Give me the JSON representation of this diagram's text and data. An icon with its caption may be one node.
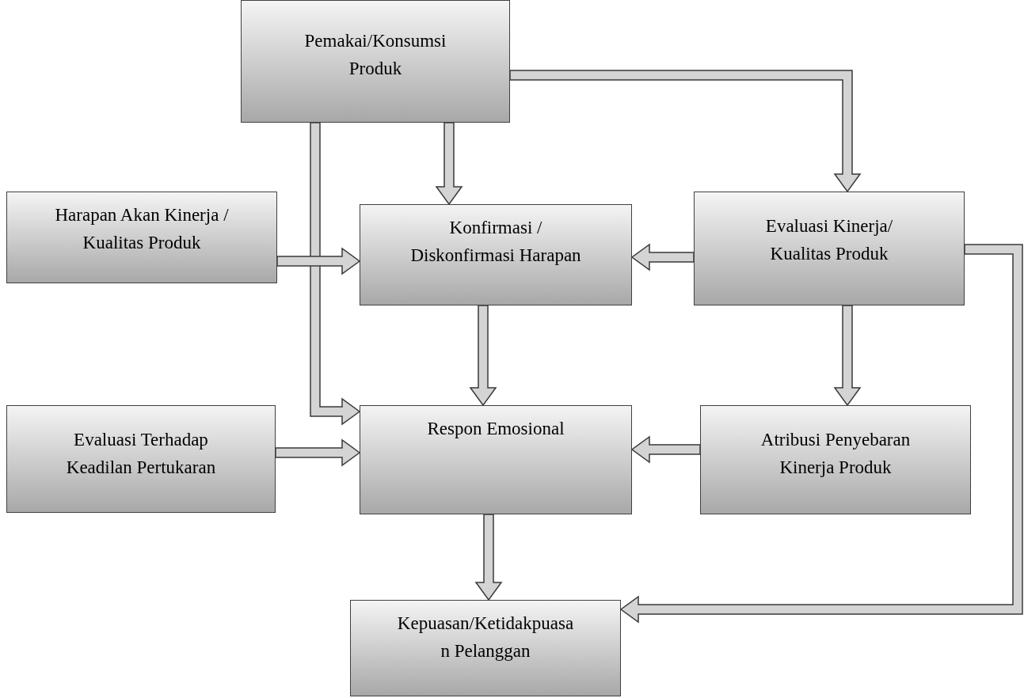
{
  "diagram": {
    "nodes": [
      {
        "text": [
          "Pemakai/Konsumsi Produk"
        ]
      },
      {
        "text": [
          "Harapan Akan Kinerja / Kualitas Produk"
        ]
      },
      {
        "text": [
          "Konfirmasi / Diskonfirmasi Harapan"
        ]
      },
      {
        "text": [
          "Evaluasi Kinerja/ Kualitas Produk"
        ]
      },
      {
        "text": [
          "Evaluasi Terhadap Keadilan Pertukaran"
        ]
      },
      {
        "text": [
          "Respon Emosional"
        ]
      },
      {
        "text": [
          "Atribusi Penyebaran Kinerja Produk"
        ]
      },
      {
        "text": [
          "Kepuasan/Ketidakpuasa n Pelanggan"
        ]
      }
    ],
    "edges": [
      {
        "from": 0,
        "to": 3,
        "arrow": "to"
      },
      {
        "from": 0,
        "to": 2,
        "arrow": "to"
      },
      {
        "from": 0,
        "to": 5,
        "arrow": "to"
      },
      {
        "from": 1,
        "to": 2,
        "arrow": "to"
      },
      {
        "from": 3,
        "to": 2,
        "arrow": "to"
      },
      {
        "from": 2,
        "to": 5,
        "arrow": "to"
      },
      {
        "from": 3,
        "to": 6,
        "arrow": "to"
      },
      {
        "from": 4,
        "to": 5,
        "arrow": "to"
      },
      {
        "from": 6,
        "to": 5,
        "arrow": "to"
      },
      {
        "from": 5,
        "to": 7,
        "arrow": "to"
      },
      {
        "from": 3,
        "to": 7,
        "arrow": "to"
      }
    ]
  }
}
